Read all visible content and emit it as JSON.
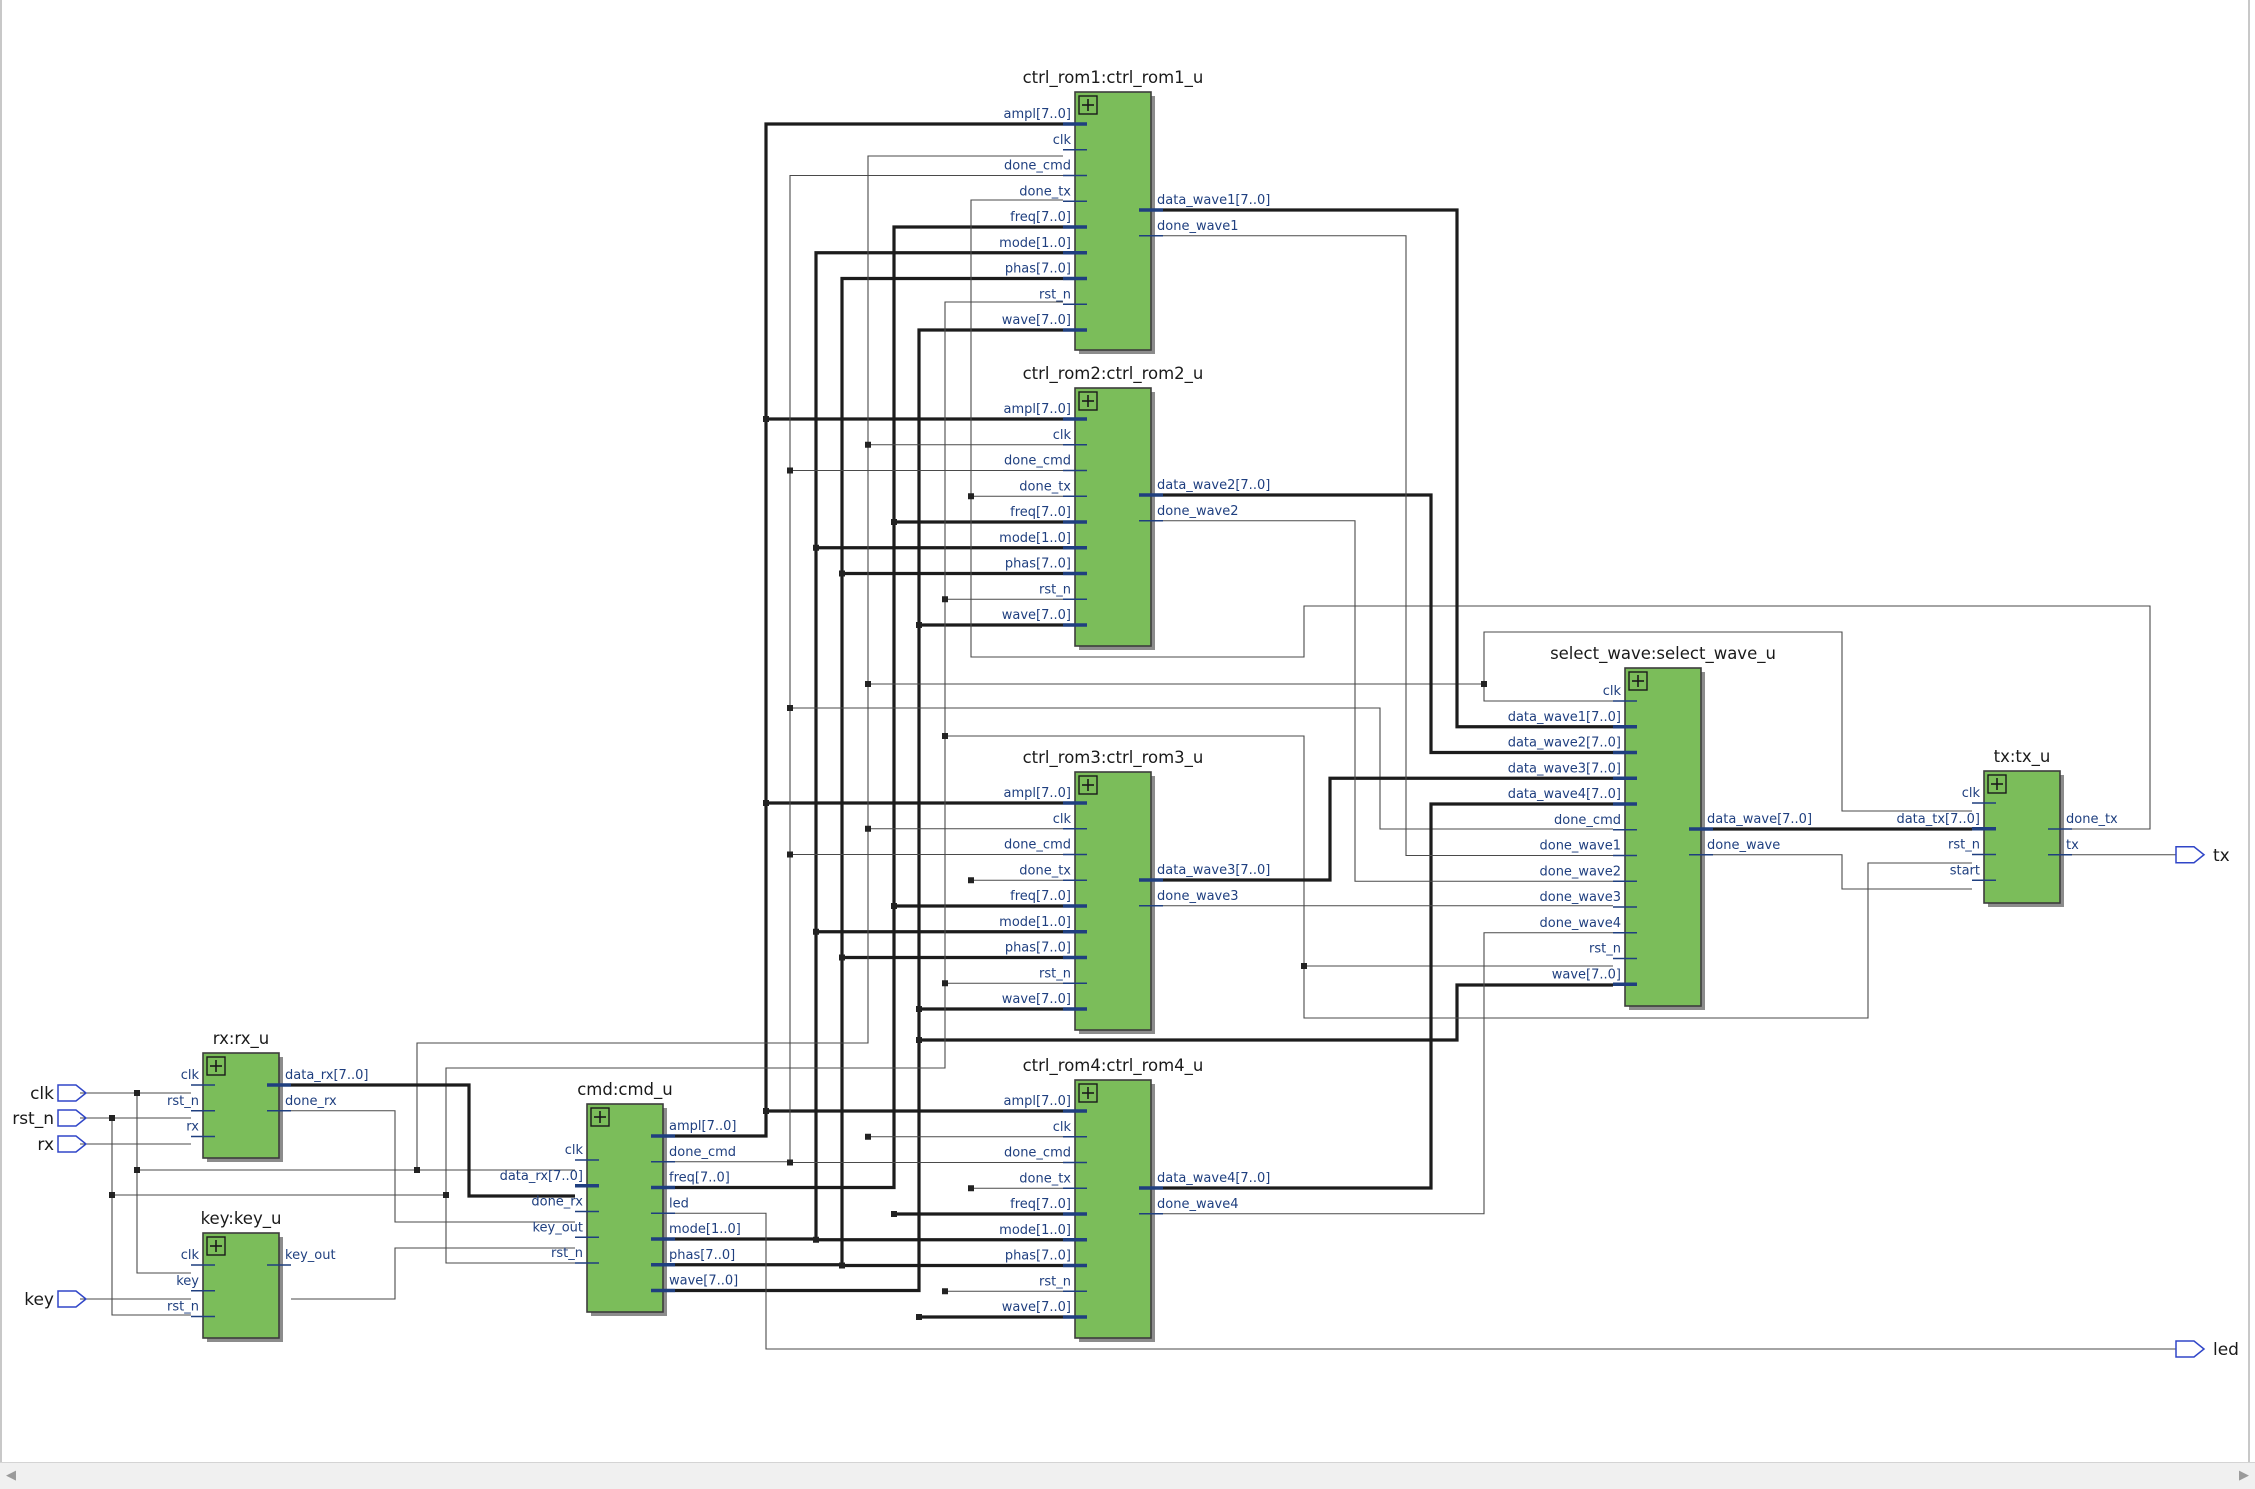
{
  "window": {
    "view": "RTL Viewer"
  },
  "inputs": [
    "clk",
    "rst_n",
    "rx",
    "key"
  ],
  "outputs": [
    "tx",
    "led"
  ],
  "blocks": {
    "rx": {
      "title": "rx:rx_u",
      "in": [
        "clk",
        "rst_n",
        "rx"
      ],
      "out": [
        "data_rx[7..0]",
        "done_rx"
      ]
    },
    "key": {
      "title": "key:key_u",
      "in": [
        "clk",
        "key",
        "rst_n"
      ],
      "out": [
        "key_out"
      ]
    },
    "cmd": {
      "title": "cmd:cmd_u",
      "in": [
        "clk",
        "data_rx[7..0]",
        "done_rx",
        "key_out",
        "rst_n"
      ],
      "out": [
        "ampl[7..0]",
        "done_cmd",
        "freq[7..0]",
        "led",
        "mode[1..0]",
        "phas[7..0]",
        "wave[7..0]"
      ]
    },
    "rom1": {
      "title": "ctrl_rom1:ctrl_rom1_u",
      "in": [
        "ampl[7..0]",
        "clk",
        "done_cmd",
        "done_tx",
        "freq[7..0]",
        "mode[1..0]",
        "phas[7..0]",
        "rst_n",
        "wave[7..0]"
      ],
      "out": [
        "data_wave1[7..0]",
        "done_wave1"
      ]
    },
    "rom2": {
      "title": "ctrl_rom2:ctrl_rom2_u",
      "in": [
        "ampl[7..0]",
        "clk",
        "done_cmd",
        "done_tx",
        "freq[7..0]",
        "mode[1..0]",
        "phas[7..0]",
        "rst_n",
        "wave[7..0]"
      ],
      "out": [
        "data_wave2[7..0]",
        "done_wave2"
      ]
    },
    "rom3": {
      "title": "ctrl_rom3:ctrl_rom3_u",
      "in": [
        "ampl[7..0]",
        "clk",
        "done_cmd",
        "done_tx",
        "freq[7..0]",
        "mode[1..0]",
        "phas[7..0]",
        "rst_n",
        "wave[7..0]"
      ],
      "out": [
        "data_wave3[7..0]",
        "done_wave3"
      ]
    },
    "rom4": {
      "title": "ctrl_rom4:ctrl_rom4_u",
      "in": [
        "ampl[7..0]",
        "clk",
        "done_cmd",
        "done_tx",
        "freq[7..0]",
        "mode[1..0]",
        "phas[7..0]",
        "rst_n",
        "wave[7..0]"
      ],
      "out": [
        "data_wave4[7..0]",
        "done_wave4"
      ]
    },
    "sel": {
      "title": "select_wave:select_wave_u",
      "in": [
        "clk",
        "data_wave1[7..0]",
        "data_wave2[7..0]",
        "data_wave3[7..0]",
        "data_wave4[7..0]",
        "done_cmd",
        "done_wave1",
        "done_wave2",
        "done_wave3",
        "done_wave4",
        "rst_n",
        "wave[7..0]"
      ],
      "out": [
        "data_wave[7..0]",
        "done_wave"
      ]
    },
    "tx": {
      "title": "tx:tx_u",
      "in": [
        "clk",
        "data_tx[7..0]",
        "rst_n",
        "start"
      ],
      "out": [
        "done_tx",
        "tx"
      ]
    }
  },
  "colors": {
    "block_fill": "#7bbd5a",
    "pin_label": "#1f3f7f",
    "io_symbol": "#3046c8",
    "wire": "#4a4a4a",
    "bus": "#1c1c1c"
  },
  "icons": {
    "expand": "plus-box-icon",
    "scroll_left": "arrow-left-icon",
    "scroll_right": "arrow-right-icon"
  }
}
